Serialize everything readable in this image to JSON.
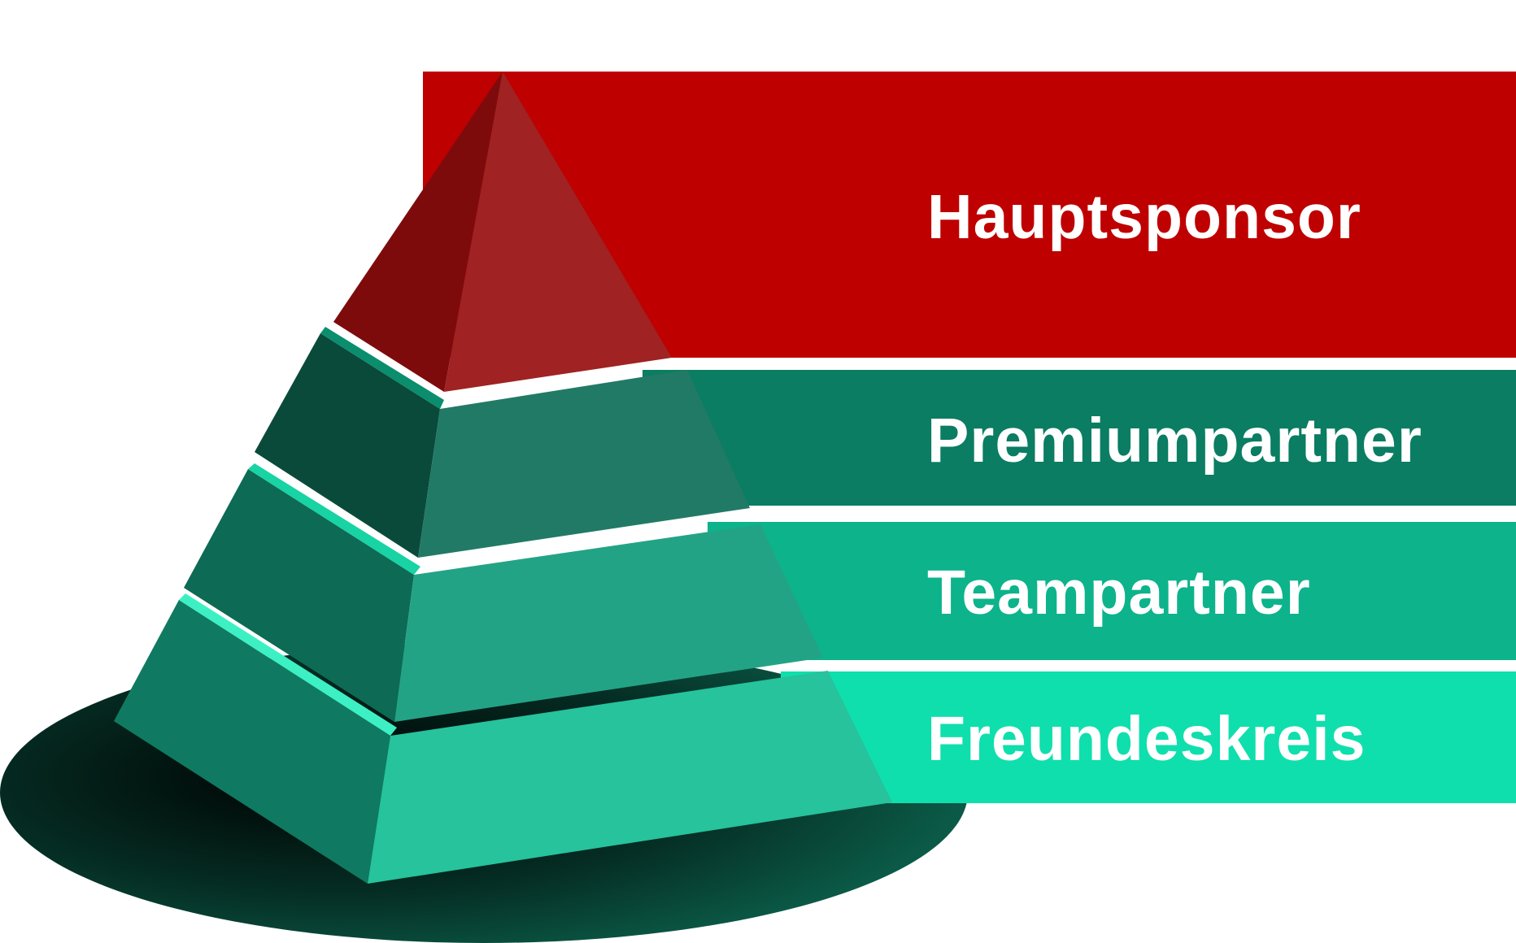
{
  "tiers": [
    {
      "label": "Hauptsponsor",
      "band_color": "#be0000",
      "face_left": "#7e0b0b",
      "face_right": "#a02222"
    },
    {
      "label": "Premiumpartner",
      "band_color": "#0a7d62",
      "face_left": "#0a4a3a",
      "face_right": "#217a66"
    },
    {
      "label": "Teampartner",
      "band_color": "#0db38b",
      "face_left": "#0d6a55",
      "face_right": "#23a385"
    },
    {
      "label": "Freundeskreis",
      "band_color": "#0fdfac",
      "face_left": "#0f7a61",
      "face_right": "#26c39d"
    }
  ],
  "shadow_color": "#06251d"
}
